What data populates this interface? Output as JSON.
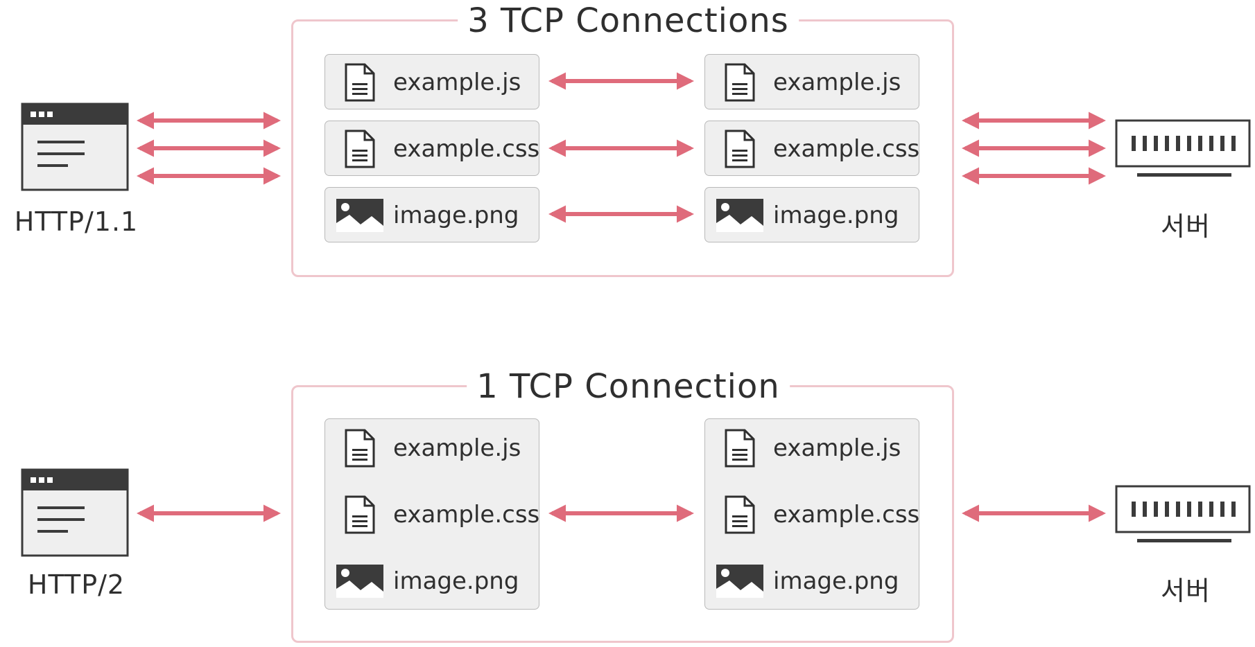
{
  "colors": {
    "arrow": "#df6b7b",
    "box_border": "#efc6cc",
    "file_bg": "#efefef",
    "icon_dark": "#3b3b3b"
  },
  "panels": [
    {
      "client_label": "HTTP/1.1",
      "server_label": "서버",
      "connection_title": "3 TCP Connections",
      "client_files": [
        {
          "name": "example.js",
          "icon": "document-icon"
        },
        {
          "name": "example.css",
          "icon": "document-icon"
        },
        {
          "name": "image.png",
          "icon": "image-icon"
        }
      ],
      "server_files": [
        {
          "name": "example.js",
          "icon": "document-icon"
        },
        {
          "name": "example.css",
          "icon": "document-icon"
        },
        {
          "name": "image.png",
          "icon": "image-icon"
        }
      ]
    },
    {
      "client_label": "HTTP/2",
      "server_label": "서버",
      "connection_title": "1 TCP Connection",
      "client_files": [
        {
          "name": "example.js",
          "icon": "document-icon"
        },
        {
          "name": "example.css",
          "icon": "document-icon"
        },
        {
          "name": "image.png",
          "icon": "image-icon"
        }
      ],
      "server_files": [
        {
          "name": "example.js",
          "icon": "document-icon"
        },
        {
          "name": "example.css",
          "icon": "document-icon"
        },
        {
          "name": "image.png",
          "icon": "image-icon"
        }
      ]
    }
  ]
}
